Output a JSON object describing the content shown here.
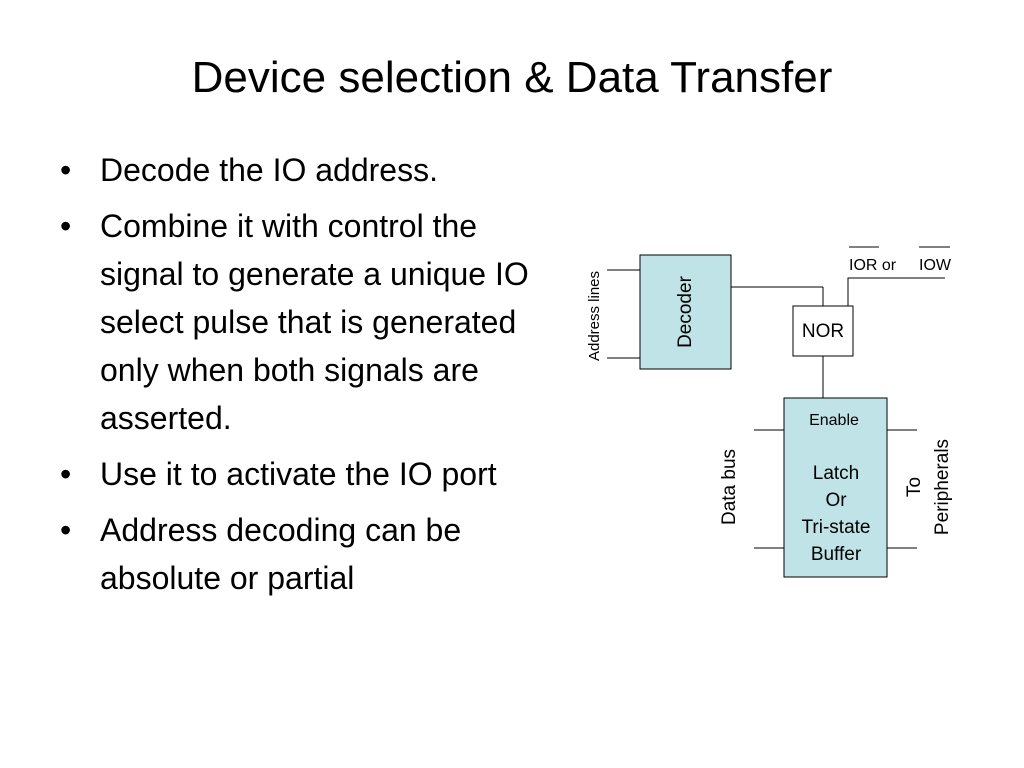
{
  "slide": {
    "title": "Device selection & Data Transfer",
    "bullets": [
      "Decode the IO address.",
      "Combine it with control the signal to generate a unique IO select pulse that is generated only when both signals are asserted.",
      "Use it to activate the IO port",
      "Address decoding can be absolute or partial"
    ]
  },
  "diagram": {
    "address_lines": "Address lines",
    "decoder": "Decoder",
    "nor": "NOR",
    "ior_label": "IOR or",
    "iow_label": "IOW",
    "enable": "Enable",
    "buffer_lines": [
      "Latch",
      "Or",
      "Tri-state",
      "Buffer"
    ],
    "data_bus": "Data bus",
    "to_peripherals_1": "To",
    "to_peripherals_2": "Peripherals",
    "box_fill": "#bfe3e6"
  }
}
